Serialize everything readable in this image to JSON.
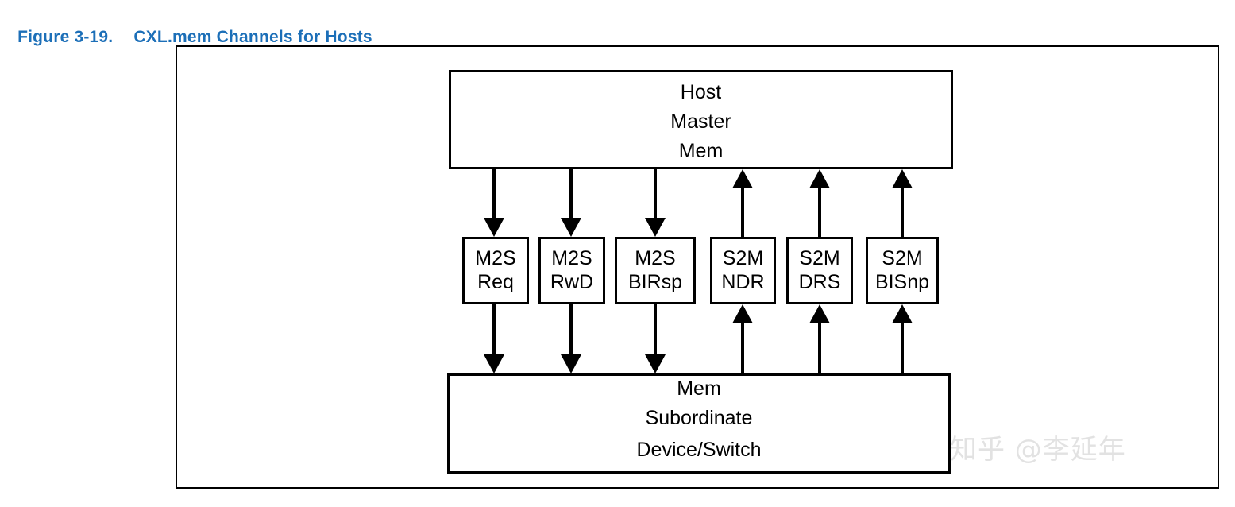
{
  "figure": {
    "number": "Figure 3-19.",
    "title": "CXL.mem Channels for Hosts",
    "caption_color": "#1c6fb8"
  },
  "colors": {
    "gray_fill": "#c0c0c0",
    "stroke": "#000000",
    "background": "#ffffff",
    "watermark": "#e2e2e2"
  },
  "diagram": {
    "host": {
      "outer_label": "Host",
      "inner_labels": [
        "Master",
        "Mem"
      ],
      "inner_filled": true
    },
    "device": {
      "inner_labels": [
        "Mem",
        "Subordinate"
      ],
      "outer_label": "Device/Switch",
      "inner_filled": true
    },
    "channels": [
      {
        "line1": "M2S",
        "line2": "Req",
        "direction": "host-to-device"
      },
      {
        "line1": "M2S",
        "line2": "RwD",
        "direction": "host-to-device"
      },
      {
        "line1": "M2S",
        "line2": "BIRsp",
        "direction": "host-to-device"
      },
      {
        "line1": "S2M",
        "line2": "NDR",
        "direction": "device-to-host"
      },
      {
        "line1": "S2M",
        "line2": "DRS",
        "direction": "device-to-host"
      },
      {
        "line1": "S2M",
        "line2": "BISnp",
        "direction": "device-to-host"
      }
    ]
  },
  "watermark": {
    "text": "知乎 @李延年"
  }
}
